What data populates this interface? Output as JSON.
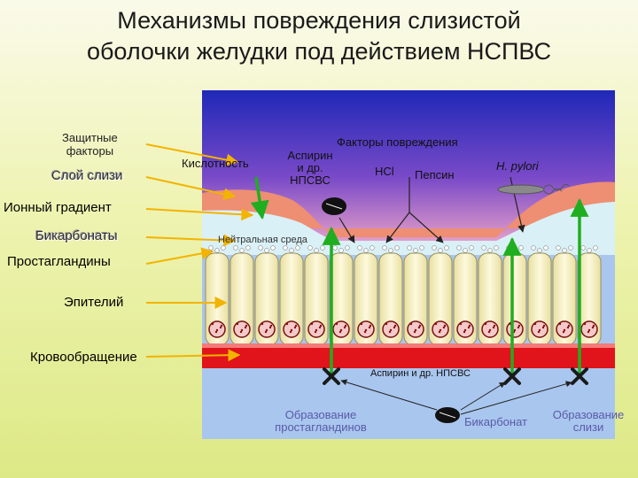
{
  "title": {
    "line1": "Механизмы повреждения слизистой",
    "line2": "оболочки желудки под действием НСПВС"
  },
  "left_labels": {
    "protective_line1": "Защитные",
    "protective_line2": "факторы",
    "mucus_layer": "Слой слизи",
    "ion_gradient": "Ионный градиент",
    "bicarbonates": "Бикарбонаты",
    "prostaglandins": "Простагландины",
    "epithelium": "Эпителий",
    "blood_flow": "Кровообращение"
  },
  "damage_factors": {
    "header": "Факторы повреждения",
    "acidity": "Кислотность",
    "aspirin_line1": "Аспирин",
    "aspirin_line2": "и др.",
    "aspirin_line3": "НПСВС",
    "hcl": "HCl",
    "pepsin": "Пепсин",
    "h_pylori": "H. pylori"
  },
  "inner_labels": {
    "neutral_zone": "Нейтральная среда",
    "aspirin_nsaid": "Аспирин и др. НПСВС"
  },
  "bottom_labels": {
    "pg_formation_line1": "Образование",
    "pg_formation_line2": "простагландинов",
    "bicarbonate": "Бикарбонат",
    "mucus_formation_line1": "Образование",
    "mucus_formation_line2": "слизи"
  },
  "colors": {
    "arrow_yellow": "#f2b400",
    "arrow_green": "#1fae1f",
    "mucus_salmon": "#ee8e72",
    "cell_fill": "#fbf6cf",
    "blood_red": "#e0141a",
    "tissue_blue": "#a9c6ee",
    "x_mark": "#1a1a1a"
  }
}
